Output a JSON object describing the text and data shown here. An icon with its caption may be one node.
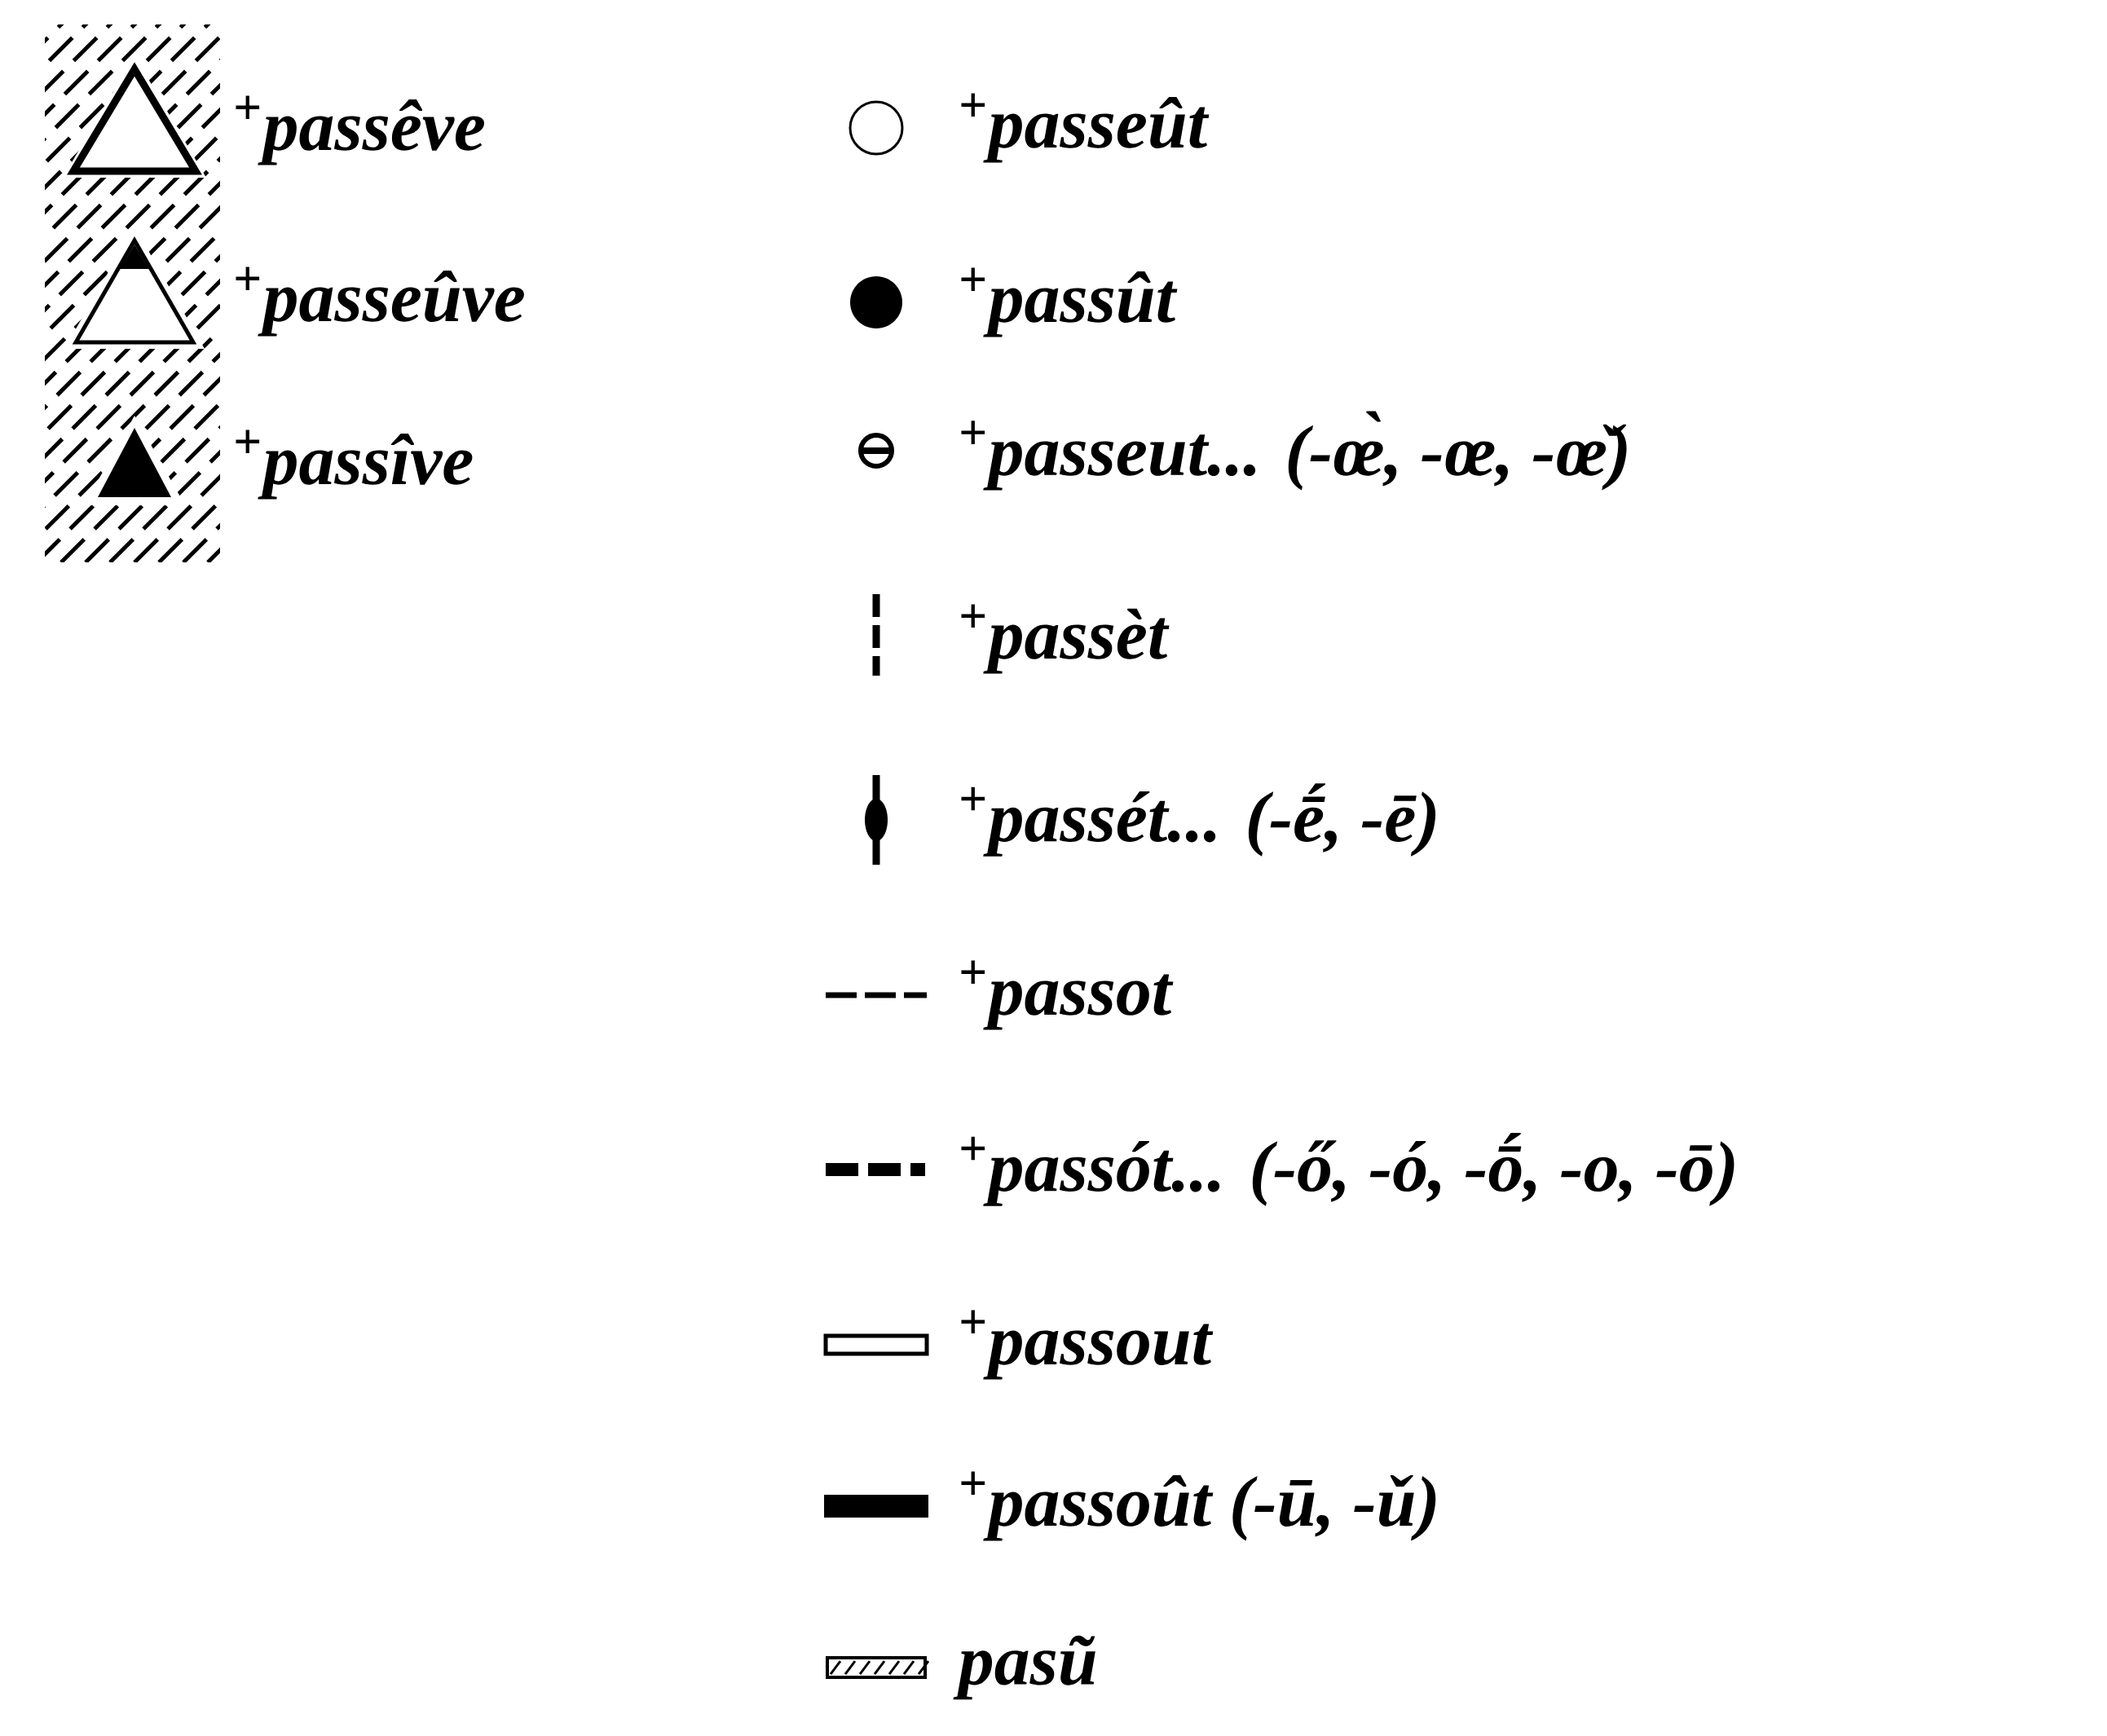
{
  "diagram": {
    "legend": [
      {
        "text": "$^{+}$passêve"
      },
      {
        "text": "$^{+}$passeûve"
      },
      {
        "text": "$^{+}$passîve"
      },
      {
        "text": "$^{+}$passeût"
      },
      {
        "text": "$^{+}$passût"
      },
      {
        "text": "$^{+}$passeut... (-œ̀, -œ, -œ̌)"
      },
      {
        "text": "$^{+}$passèt"
      },
      {
        "text": "$^{+}$passét... (-ḗ, -ē)"
      },
      {
        "text": "$^{+}$passot"
      },
      {
        "text": "$^{+}$passót... (-ő, -ó, -ṓ, -o, -ō)"
      },
      {
        "text": "$^{+}$passout"
      },
      {
        "text": "$^{+}$passoût (-ū, -ǔ)"
      },
      {
        "text": "pasũ"
      }
    ]
  }
}
